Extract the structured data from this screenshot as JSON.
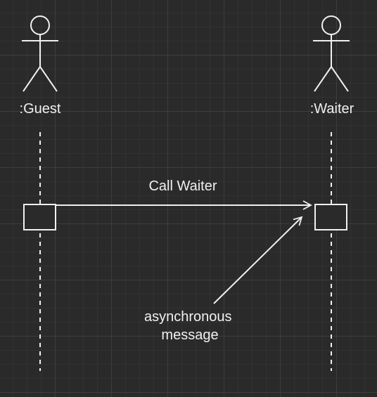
{
  "diagram": {
    "type": "uml-sequence",
    "colors": {
      "background": "#2a2a2a",
      "grid": "#3d3d3d",
      "stroke": "#f0f0f0",
      "text": "#f0f0f0"
    },
    "actors": [
      {
        "label": ":Guest",
        "icon": "stick-figure-icon"
      },
      {
        "label": ":Waiter",
        "icon": "stick-figure-icon"
      }
    ],
    "messages": [
      {
        "label": "Call Waiter",
        "from": ":Guest",
        "to": ":Waiter",
        "style": "asynchronous",
        "arrowhead": "open"
      }
    ],
    "annotations": [
      {
        "lines": [
          "asynchronous",
          "message"
        ],
        "points_to": "Call Waiter"
      }
    ]
  }
}
